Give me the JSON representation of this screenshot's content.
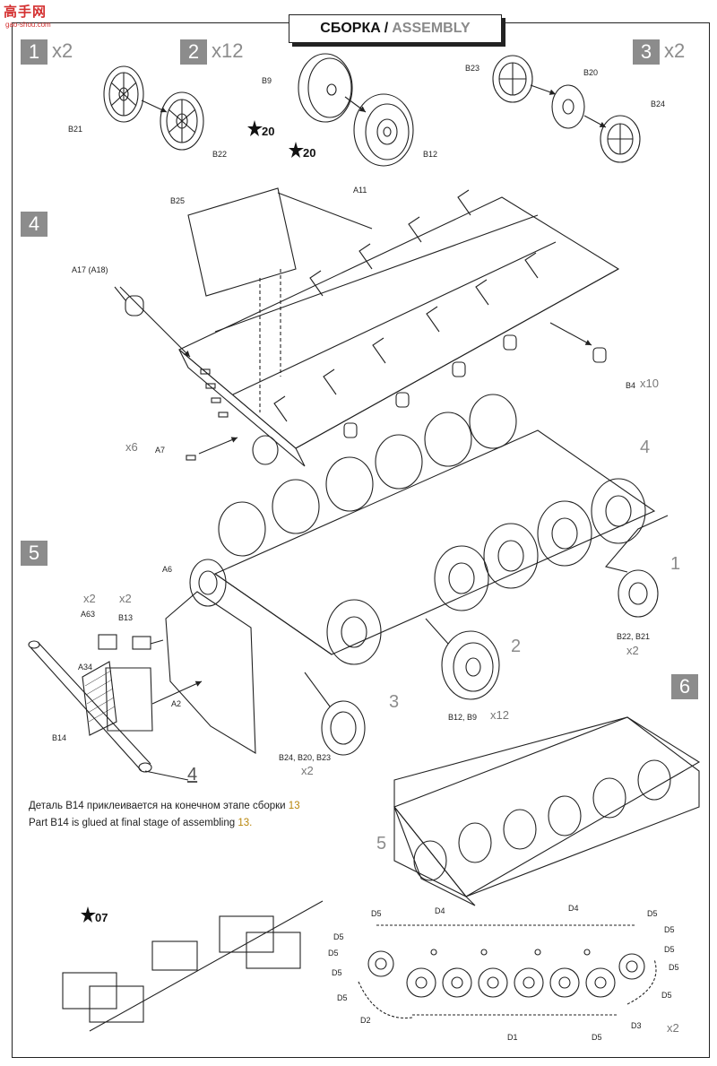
{
  "header": {
    "title_ru": "СБОРКА",
    "title_sep": "/",
    "title_en": "ASSEMBLY"
  },
  "logo": {
    "big": "高手网",
    "small": "gao-shou.com"
  },
  "steps": [
    {
      "num": "1",
      "mult": "x2"
    },
    {
      "num": "2",
      "mult": "x12"
    },
    {
      "num": "3",
      "mult": "x2"
    },
    {
      "num": "4"
    },
    {
      "num": "5"
    },
    {
      "num": "6"
    }
  ],
  "paint_refs": [
    "20",
    "20",
    "07"
  ],
  "parts": {
    "b21": "B21",
    "b22": "B22",
    "b9": "B9",
    "b12": "B12",
    "b23": "B23",
    "b20": "B20",
    "b24": "B24",
    "a11": "A11",
    "b25": "B25",
    "a17": "A17 (A18)",
    "b4": "B4",
    "b4_mult": "x10",
    "a7": "A7",
    "a7_mult": "x6",
    "a6": "A6",
    "a63": "A63",
    "b13": "B13",
    "a34": "A34",
    "a2": "A2",
    "b14": "B14",
    "x2a": "x2",
    "x2b": "x2",
    "sub1_label": "B22, B21",
    "sub1_mult": "x2",
    "sub2_label": "B12, B9",
    "sub2_mult": "x12",
    "sub3_label": "B24, B20, B23",
    "sub3_mult": "x2",
    "d1": "D1",
    "d2": "D2",
    "d3": "D3",
    "d4a": "D4",
    "d4b": "D4",
    "d5": "D5",
    "track_mult": "x2"
  },
  "refs": {
    "r4a": "4",
    "r1": "1",
    "r2": "2",
    "r3": "3",
    "r4b": "4",
    "r5": "5"
  },
  "note": {
    "ru": "Деталь B14 приклеивается на конечном этапе сборки",
    "ru_step": "13",
    "en": "Part B14 is glued at final stage of assembling",
    "en_step": "13."
  }
}
